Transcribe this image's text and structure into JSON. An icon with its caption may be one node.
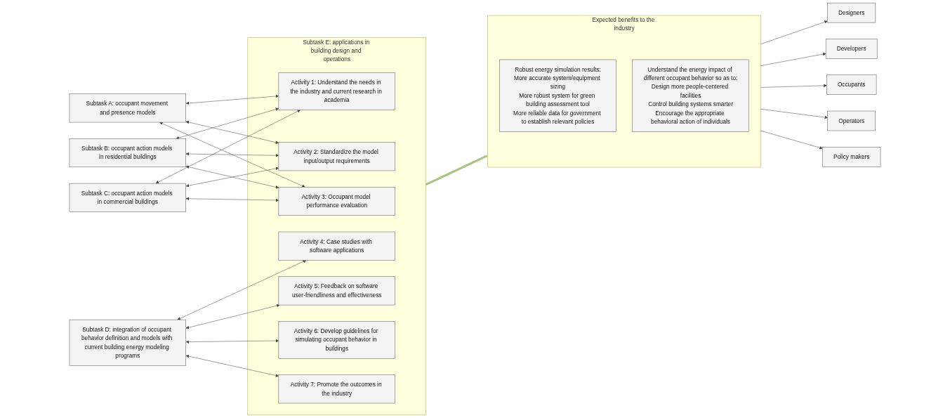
{
  "diagram": {
    "nodes": [
      {
        "text": [
          "Subtask A: occupant movement and presence models"
        ]
      },
      {
        "text": [
          "Subtask B: occupant action models in residential buildings"
        ]
      },
      {
        "text": [
          "Subtask C: occupant action models in commercial buildings"
        ]
      },
      {
        "text": [
          "Subtask D: integration of occupant behavior definition and models with current building energy modeling programs"
        ]
      },
      {
        "text": [
          "Subtask E: applications in building design and operations"
        ]
      },
      {
        "text": [
          "Activity 1: Understand the needs in the industry and current research in academia"
        ],
        "in": 4
      },
      {
        "text": [
          "Activity 2: Standardize the model input/output requirements"
        ],
        "in": 4
      },
      {
        "text": [
          "Activity 3: Occupant model performance evaluation"
        ],
        "in": 4
      },
      {
        "text": [
          "Activity 4: Case studies with software applications"
        ],
        "in": 4
      },
      {
        "text": [
          "Activity 5: Feedback on software user-friendliness and effectiveness"
        ],
        "in": 4
      },
      {
        "text": [
          "Activity 6: Develop guidelines for simulating occupant behavior in buildings"
        ],
        "in": 4
      },
      {
        "text": [
          "Activity 7: Promote the outcomes in the industry"
        ],
        "in": 4
      },
      {
        "text": [
          "Expected benefits to the industry"
        ]
      },
      {
        "text": [
          "Robust energy simulation results:",
          "More accurate system/equipment sizing",
          "More robust system for green building assessment tool",
          "More reliable data for government to establish relevant policies"
        ],
        "in": 12
      },
      {
        "text": [
          "Understand the energy impact of different occupant behavior so as to:",
          "Design more people-centered facilities",
          "Control building systems smarter",
          "Encourage the appropriate behavioral action of individuals"
        ],
        "in": 12
      },
      {
        "text": [
          "Designers"
        ]
      },
      {
        "text": [
          "Developers"
        ]
      },
      {
        "text": [
          "Occupants"
        ]
      },
      {
        "text": [
          "Operators"
        ]
      },
      {
        "text": [
          "Policy makers"
        ]
      }
    ],
    "edges": [
      {
        "from": 0,
        "to": 5,
        "arrow": "both"
      },
      {
        "from": 0,
        "to": 6,
        "arrow": "both"
      },
      {
        "from": 0,
        "to": 7,
        "arrow": "both"
      },
      {
        "from": 1,
        "to": 5,
        "arrow": "both"
      },
      {
        "from": 1,
        "to": 6,
        "arrow": "both"
      },
      {
        "from": 1,
        "to": 7,
        "arrow": "both"
      },
      {
        "from": 2,
        "to": 5,
        "arrow": "both"
      },
      {
        "from": 2,
        "to": 6,
        "arrow": "both"
      },
      {
        "from": 2,
        "to": 7,
        "arrow": "both"
      },
      {
        "from": 3,
        "to": 8,
        "arrow": "both"
      },
      {
        "from": 3,
        "to": 9,
        "arrow": "both"
      },
      {
        "from": 3,
        "to": 10,
        "arrow": "both"
      },
      {
        "from": 3,
        "to": 11,
        "arrow": "both"
      },
      {
        "from": 4,
        "to": 12,
        "arrow": "to",
        "style": "thick",
        "color": "#a9c47f"
      },
      {
        "from": 12,
        "to": 15,
        "arrow": "to"
      },
      {
        "from": 12,
        "to": 16,
        "arrow": "to"
      },
      {
        "from": 12,
        "to": 17,
        "arrow": "to"
      },
      {
        "from": 12,
        "to": 18,
        "arrow": "to"
      },
      {
        "from": 12,
        "to": 19,
        "arrow": "to"
      }
    ]
  }
}
